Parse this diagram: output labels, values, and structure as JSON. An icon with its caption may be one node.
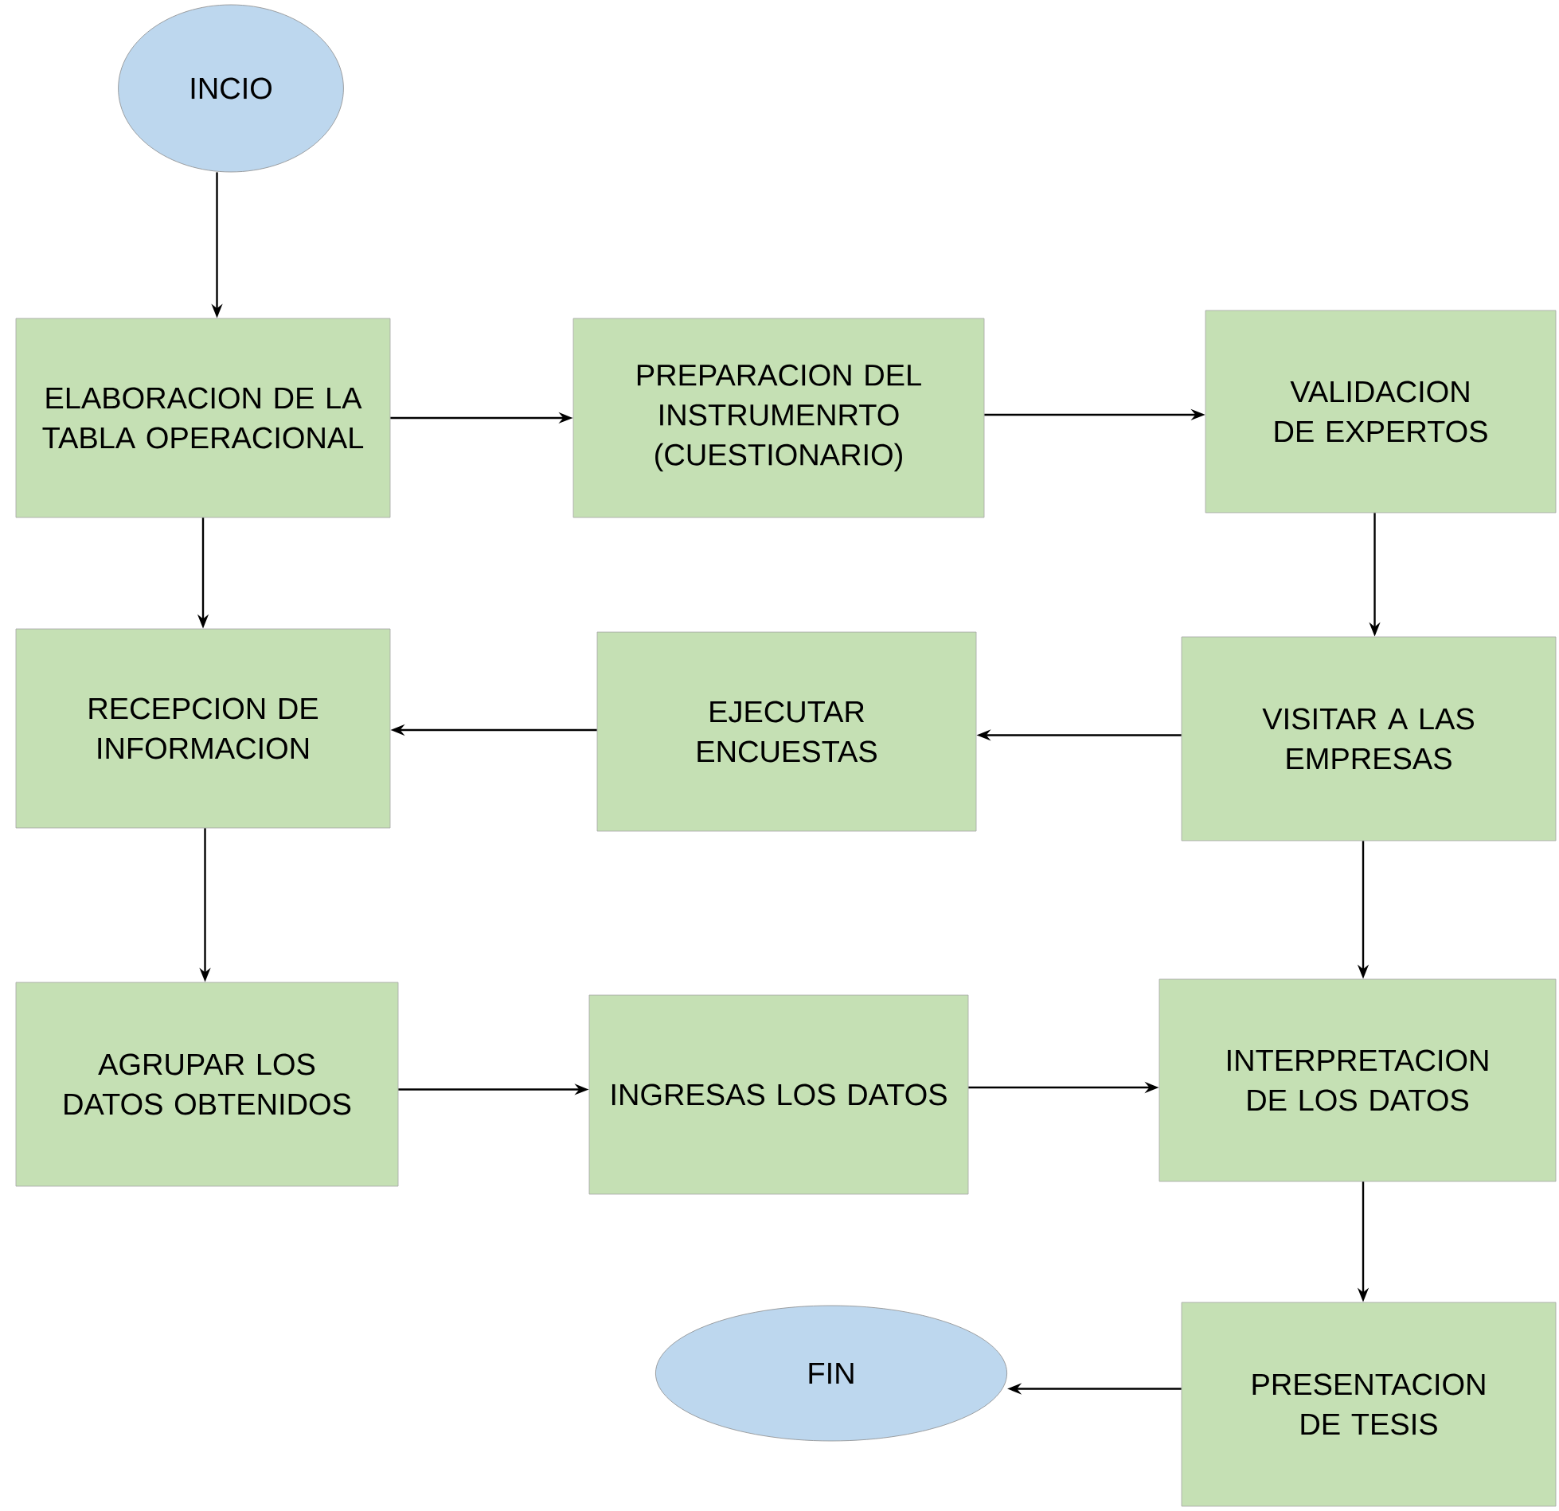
{
  "diagram": {
    "nodes": [
      {
        "text": [
          "INCIO"
        ]
      },
      {
        "text": [
          "ELABORACION DE LA TABLA OPERACIONAL"
        ]
      },
      {
        "text": [
          "PREPARACION DEL INSTRUMENRTO (CUESTIONARIO)"
        ]
      },
      {
        "text": [
          "VALIDACION DE EXPERTOS"
        ]
      },
      {
        "text": [
          "RECEPCION DE INFORMACION"
        ]
      },
      {
        "text": [
          "EJECUTAR ENCUESTAS"
        ]
      },
      {
        "text": [
          "VISITAR A LAS EMPRESAS"
        ]
      },
      {
        "text": [
          "AGRUPAR LOS DATOS OBTENIDOS"
        ]
      },
      {
        "text": [
          "INGRESAS LOS DATOS"
        ]
      },
      {
        "text": [
          "INTERPRETACION DE LOS DATOS"
        ]
      },
      {
        "text": [
          "PRESENTACION DE TESIS"
        ]
      },
      {
        "text": [
          "FIN"
        ]
      }
    ],
    "edges": [
      {
        "from": 0,
        "to": 1,
        "arrow": "to"
      },
      {
        "from": 1,
        "to": 2,
        "arrow": "to"
      },
      {
        "from": 2,
        "to": 3,
        "arrow": "to"
      },
      {
        "from": 1,
        "to": 4,
        "arrow": "to"
      },
      {
        "from": 3,
        "to": 6,
        "arrow": "to"
      },
      {
        "from": 6,
        "to": 5,
        "arrow": "to"
      },
      {
        "from": 5,
        "to": 4,
        "arrow": "to"
      },
      {
        "from": 4,
        "to": 7,
        "arrow": "to"
      },
      {
        "from": 6,
        "to": 9,
        "arrow": "to"
      },
      {
        "from": 7,
        "to": 8,
        "arrow": "to"
      },
      {
        "from": 8,
        "to": 9,
        "arrow": "to"
      },
      {
        "from": 9,
        "to": 10,
        "arrow": "to"
      },
      {
        "from": 10,
        "to": 11,
        "arrow": "to"
      }
    ]
  }
}
